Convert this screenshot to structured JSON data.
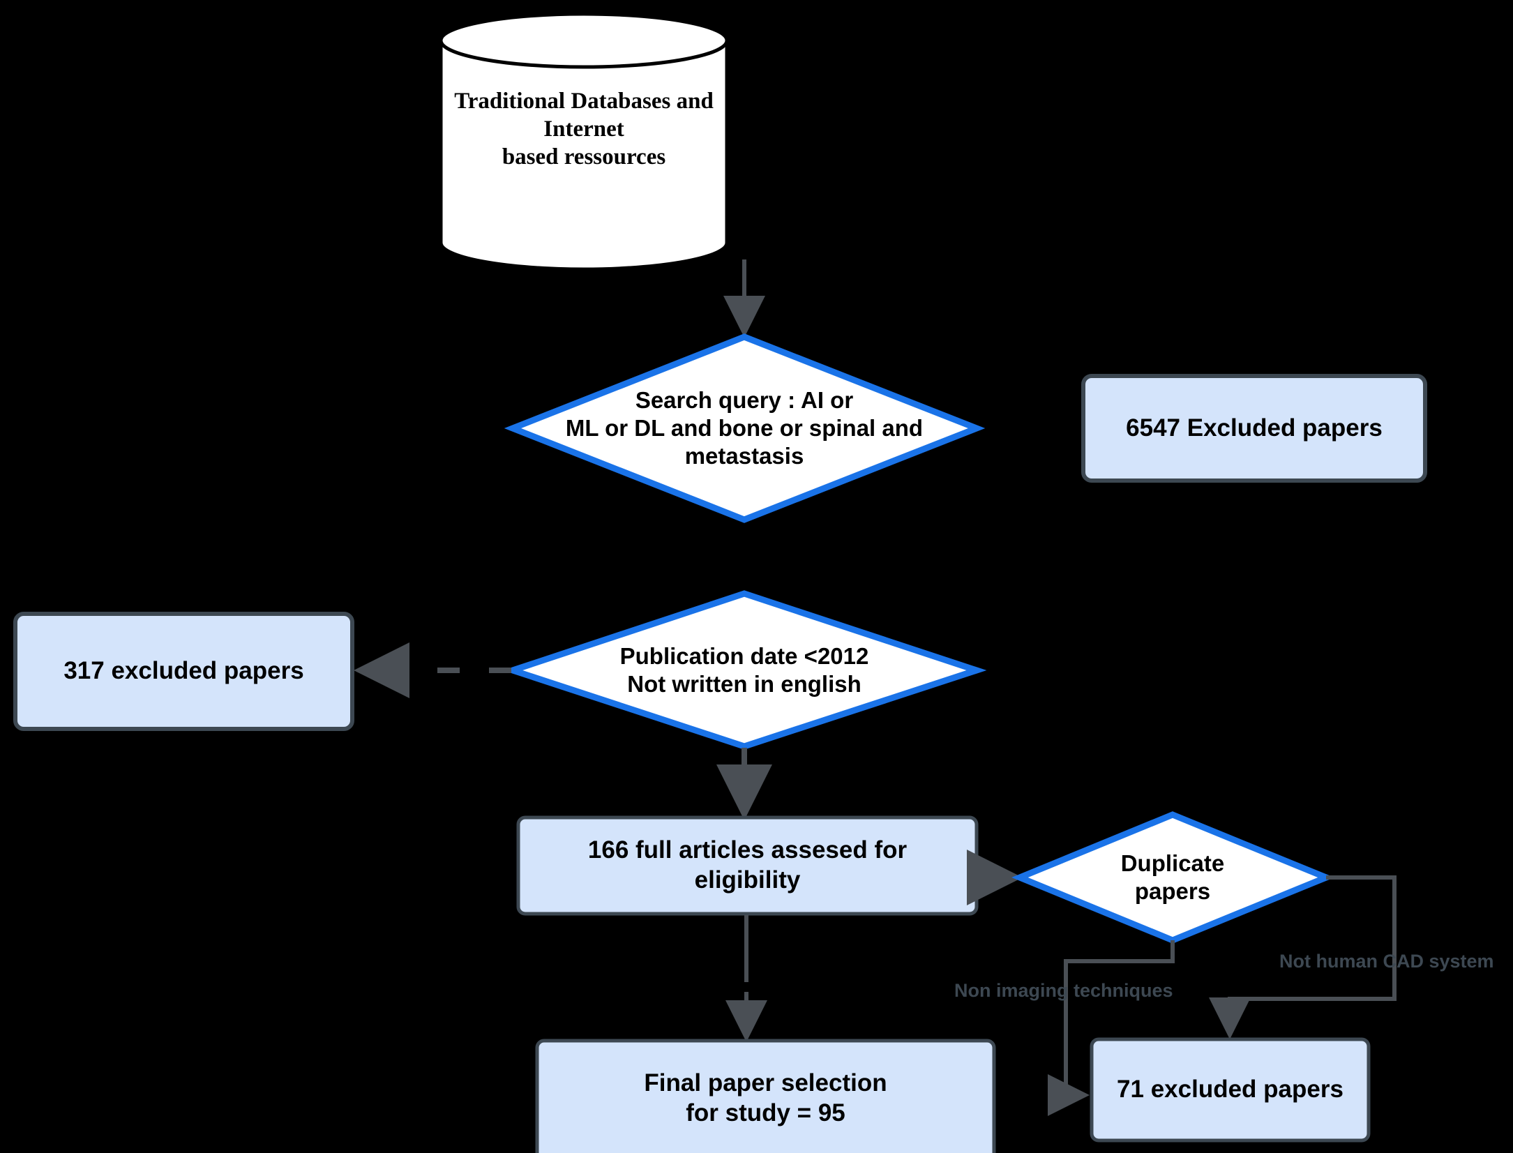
{
  "diagram": {
    "type": "flowchart",
    "title": "PRISMA-style literature selection flowchart",
    "background_color": "#000000",
    "colors": {
      "box_fill": "#d4e4fb",
      "box_border": "#3d4852",
      "diamond_fill": "#ffffff",
      "diamond_border": "#1a73e8",
      "cylinder_fill": "#ffffff",
      "cylinder_border": "#000000",
      "connector": "#4a4f55",
      "edge_label": "#3d4852"
    },
    "nodes": {
      "source_database": {
        "shape": "cylinder",
        "label": "Traditional Databases and Internet\nbased ressources"
      },
      "search_query": {
        "shape": "diamond",
        "label": "Search query : AI or\nML or DL and bone or spinal and\nmetastasis"
      },
      "excluded_6547": {
        "shape": "rounded-rect",
        "label": "6547 Excluded papers"
      },
      "publication_filter": {
        "shape": "diamond",
        "label": "Publication date <2012\nNot written in english"
      },
      "excluded_317": {
        "shape": "rounded-rect",
        "label": "317 excluded papers"
      },
      "full_articles": {
        "shape": "rounded-rect",
        "label": "166 full articles assesed for\neligibility"
      },
      "duplicate_papers": {
        "shape": "diamond",
        "label": "Duplicate\npapers"
      },
      "excluded_71": {
        "shape": "rounded-rect",
        "label": "71 excluded papers"
      },
      "final_selection": {
        "shape": "rounded-rect",
        "label": "Final paper selection\nfor study = 95"
      }
    },
    "edge_labels": {
      "non_imaging": "Non imaging techniques",
      "not_human_cad": "Not human CAD system"
    }
  }
}
